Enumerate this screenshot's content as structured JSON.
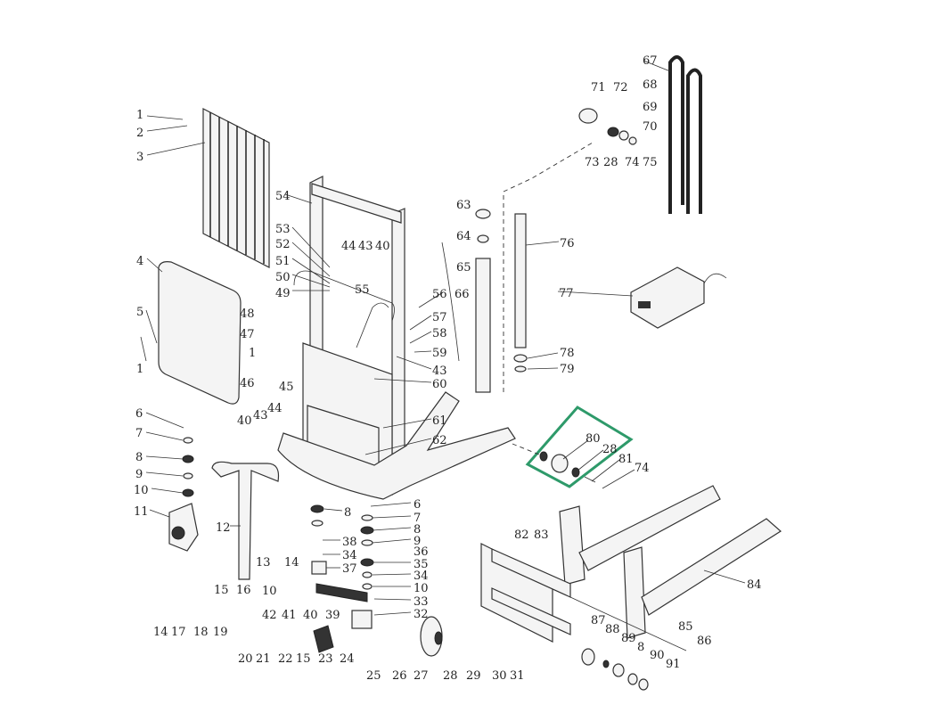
{
  "diagram": {
    "highlight_color": "#2e9a6a",
    "highlight_group": [
      "80",
      "28",
      "81",
      "74"
    ],
    "labels": [
      "1",
      "2",
      "3",
      "4",
      "5",
      "1",
      "6",
      "7",
      "8",
      "9",
      "10",
      "11",
      "12",
      "13",
      "14",
      "15",
      "16",
      "10",
      "42",
      "41",
      "40",
      "39",
      "14",
      "17",
      "18",
      "19",
      "20",
      "21",
      "22",
      "15",
      "23",
      "24",
      "25",
      "26",
      "27",
      "28",
      "29",
      "30",
      "31",
      "6",
      "7",
      "8",
      "9",
      "36",
      "35",
      "34",
      "10",
      "33",
      "32",
      "8",
      "38",
      "34",
      "37",
      "54",
      "53",
      "52",
      "51",
      "50",
      "49",
      "44",
      "43",
      "40",
      "55",
      "48",
      "47",
      "1",
      "46",
      "45",
      "40",
      "43",
      "44",
      "56",
      "66",
      "57",
      "58",
      "59",
      "43",
      "60",
      "61",
      "62",
      "63",
      "64",
      "65",
      "76",
      "77",
      "78",
      "79",
      "67",
      "68",
      "69",
      "70",
      "71",
      "72",
      "73",
      "28",
      "74",
      "75",
      "80",
      "28",
      "81",
      "74",
      "82",
      "83",
      "84",
      "85",
      "86",
      "87",
      "88",
      "89",
      "8",
      "90",
      "91"
    ]
  }
}
